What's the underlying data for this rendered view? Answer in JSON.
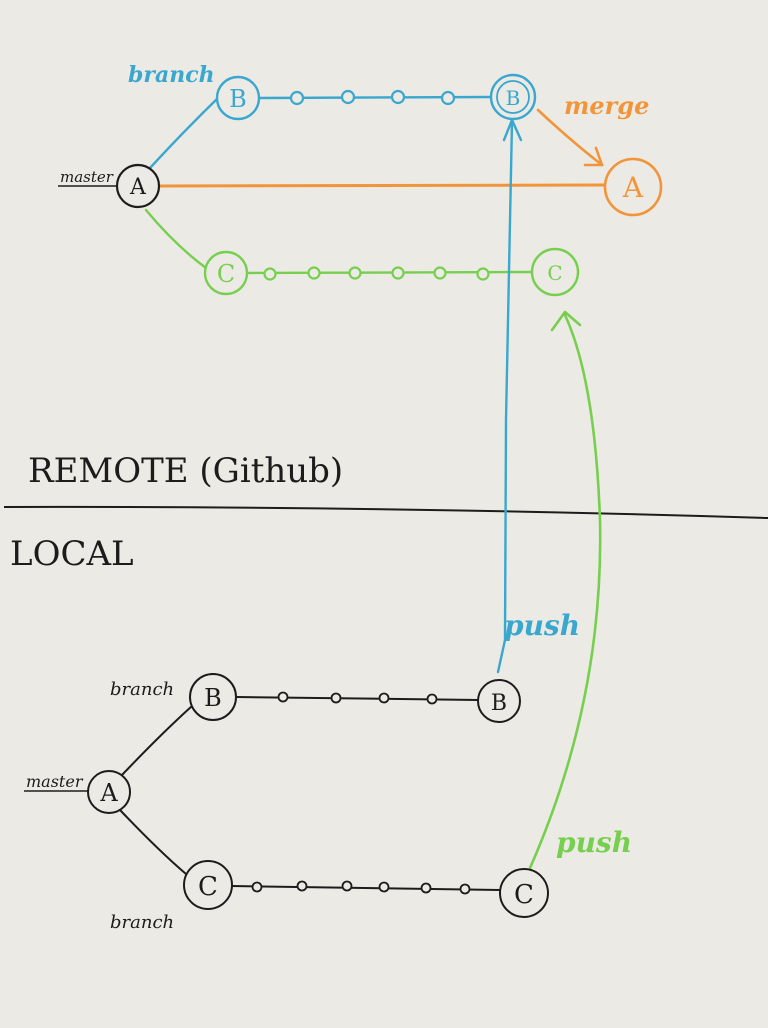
{
  "colors": {
    "paper": "#eceae4",
    "ink": "#1c1c1c",
    "blue": "#3aa7cf",
    "green": "#77cf4f",
    "orange": "#f2953a"
  },
  "labels": {
    "remote_master": "master",
    "remote_branch": "branch",
    "merge": "merge",
    "remote_section": "REMOTE (Github)",
    "local_section": "LOCAL",
    "push_blue": "push",
    "push_green": "push",
    "local_branch_top": "branch",
    "local_master": "master",
    "local_branch_bottom": "branch"
  },
  "nodes": {
    "remote_a_start": "A",
    "remote_b_start": "B",
    "remote_b_end": "B",
    "remote_a_merged": "A",
    "remote_c_start": "C",
    "remote_c_end": "C",
    "local_a": "A",
    "local_b_start": "B",
    "local_b_end": "B",
    "local_c_start": "C",
    "local_c_end": "C"
  }
}
